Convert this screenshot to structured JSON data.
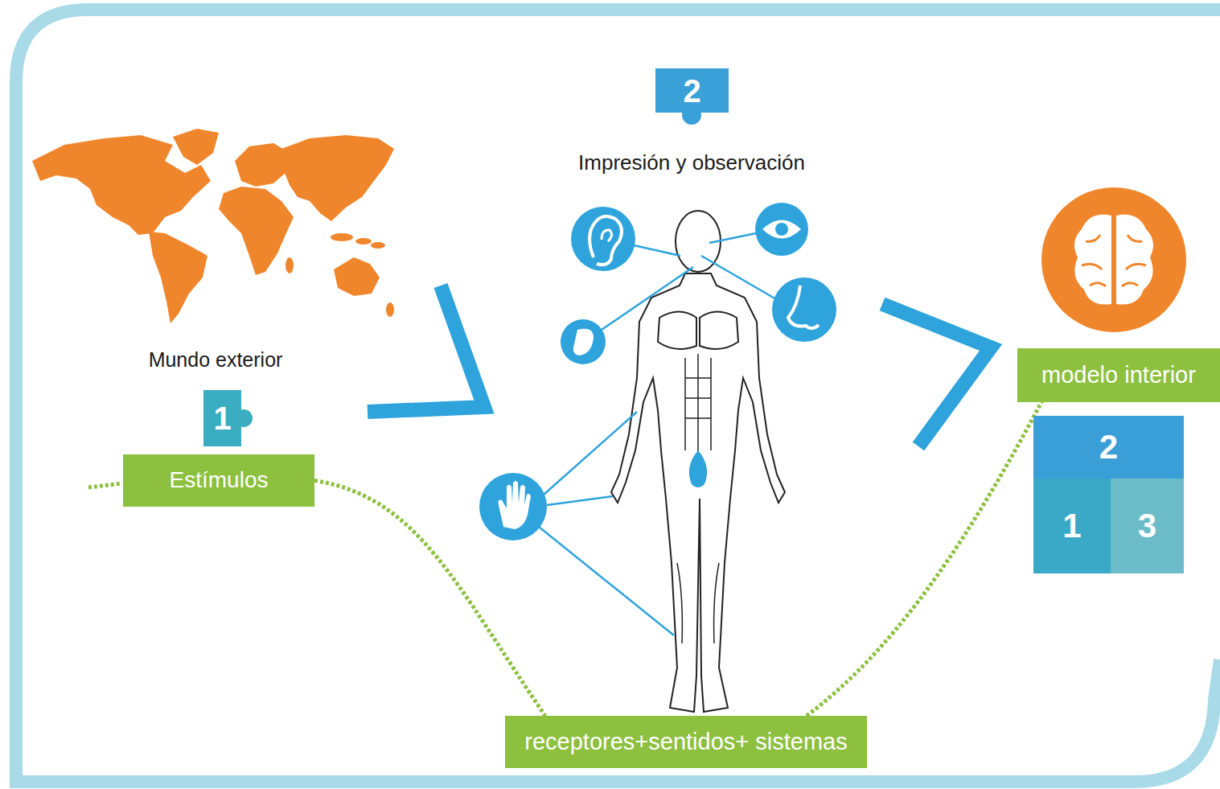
{
  "diagram": {
    "nodes": [
      {
        "text": [
          "2"
        ]
      },
      {
        "text": [
          "1"
        ]
      },
      {
        "text": [
          "Estímulos"
        ]
      },
      {
        "text": [
          "modelo interior"
        ]
      },
      {
        "text": [
          "2"
        ]
      },
      {
        "text": [
          "1"
        ]
      },
      {
        "text": [
          "3"
        ]
      },
      {
        "text": [
          "receptores+sentidos+ sistemas"
        ]
      }
    ],
    "edges": [
      {
        "from": 2,
        "to": 7,
        "arrow": "none"
      },
      {
        "from": 7,
        "to": 3,
        "arrow": "none"
      }
    ],
    "labels": [
      "Impresión y observación",
      "Mundo exterior"
    ]
  }
}
